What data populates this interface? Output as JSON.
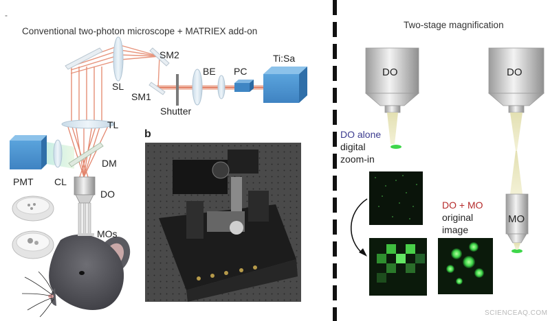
{
  "left_panel": {
    "title": "Conventional two-photon microscope + MATRIEX add-on",
    "corner_mark": "-",
    "labels": {
      "tisa": "Ti:Sa",
      "pc": "PC",
      "be": "BE",
      "sm2": "SM2",
      "sl": "SL",
      "sm1": "SM1",
      "shutter": "Shutter",
      "tl": "TL",
      "dm": "DM",
      "pmt": "PMT",
      "cl": "CL",
      "do": "DO",
      "mos": "MOs"
    },
    "photo_panel_letter": "b"
  },
  "right_panel": {
    "title": "Two-stage magnification",
    "left_objective_label": "DO",
    "right_objective_label": "DO",
    "mo_label": "MO",
    "do_alone_line1": "DO alone",
    "do_alone_line2": "digital",
    "do_alone_line3": "zoom-in",
    "do_mo_line1": "DO + MO",
    "do_mo_line2": "original",
    "do_mo_line3": "image"
  },
  "watermark": "SCIENCEAQ.COM",
  "colors": {
    "laser": "#e2876a",
    "laser_core": "#d9533a",
    "tisa_box": "#4f95cf",
    "pmt_box": "#4f95cf",
    "fluorescence": "#3fd64a",
    "objective_body": "#c9c9c9",
    "cone_beam": "#e9e6b8"
  }
}
